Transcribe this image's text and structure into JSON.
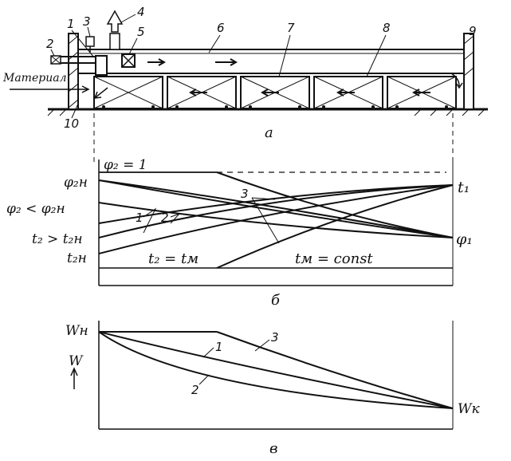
{
  "panel_a": {
    "label": "а",
    "material_label": "Материал",
    "callouts": [
      "1",
      "2",
      "3",
      "4",
      "5",
      "6",
      "7",
      "8",
      "9",
      "10"
    ]
  },
  "panel_b": {
    "label": "б",
    "left_labels": {
      "phi2_eq_1": "φ₂ = 1",
      "phi2h": "φ₂н",
      "phi2_lt": "φ₂ < φ₂н",
      "t2_gt": "t₂ > t₂н",
      "t2h": "t₂н"
    },
    "right_labels": {
      "t1": "t₁",
      "phi1": "φ₁"
    },
    "inner_labels": {
      "t2_eq_tm": "t₂ = tм",
      "tm_const": "tм = const"
    },
    "curve_numbers": [
      "1",
      "2",
      "3"
    ]
  },
  "panel_c": {
    "label": "в",
    "wh": "Wн",
    "w": "W",
    "wk": "Wк",
    "curve_numbers": [
      "1",
      "2",
      "3"
    ]
  }
}
